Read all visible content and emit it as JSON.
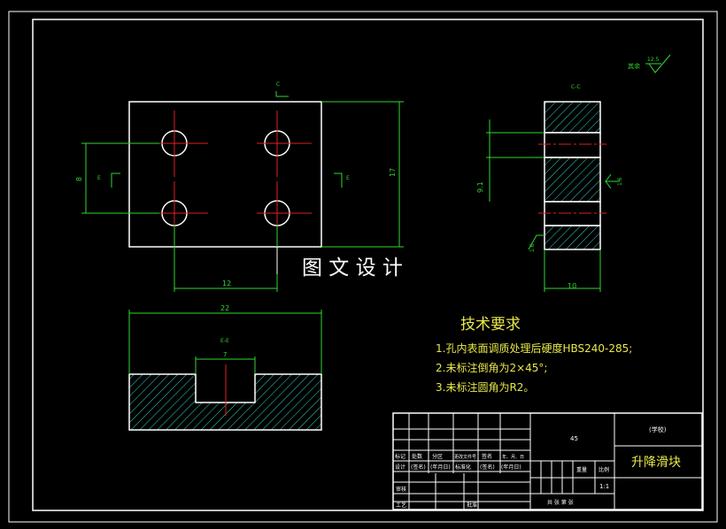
{
  "watermark": "图 文 设 计",
  "tech": {
    "title": "技术要求",
    "items": [
      "1.孔内表面调质处理后硬度HBS240-285;",
      "2.未标注倒角为2×45°;",
      "3.未标注圆角为R2。"
    ]
  },
  "roughness": {
    "prefix": "其余",
    "value": "12.5"
  },
  "sections": {
    "c_view": "C-C",
    "e_view": "E-E",
    "c_marker": "C",
    "e_marker": "E"
  },
  "dims": {
    "front_height": "8",
    "front_total": "17",
    "front_width": "12",
    "side_width": "10",
    "side_height": "9.1",
    "side_chamfer": "1.6",
    "side_rough": "1.6",
    "bottom_total": "22",
    "bottom_slot": "7"
  },
  "title_block": {
    "material": "45",
    "school": "(学校)",
    "part_name": "升降滑块",
    "scale": "1:1",
    "weight_label": "重量",
    "scale_label": "比例",
    "sheets": "共  张  第  张",
    "row_labels": [
      "标记",
      "处数",
      "分区",
      "更改文件号",
      "签名",
      "年、月、日"
    ],
    "row2_labels": [
      "设计",
      "(签名)",
      "(年月日)",
      "标准化",
      "(签名)",
      "(年月日)"
    ],
    "left_labels": [
      "审核",
      "工艺",
      "批准"
    ]
  }
}
